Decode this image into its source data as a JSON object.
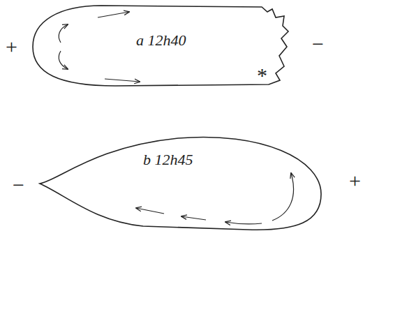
{
  "diagram": {
    "nodes": [
      {
        "text": [
          "a 12h40"
        ]
      },
      {
        "text": [
          "b 12h45"
        ]
      }
    ],
    "labels": [
      "+",
      "−",
      "*",
      "−",
      "+"
    ]
  }
}
